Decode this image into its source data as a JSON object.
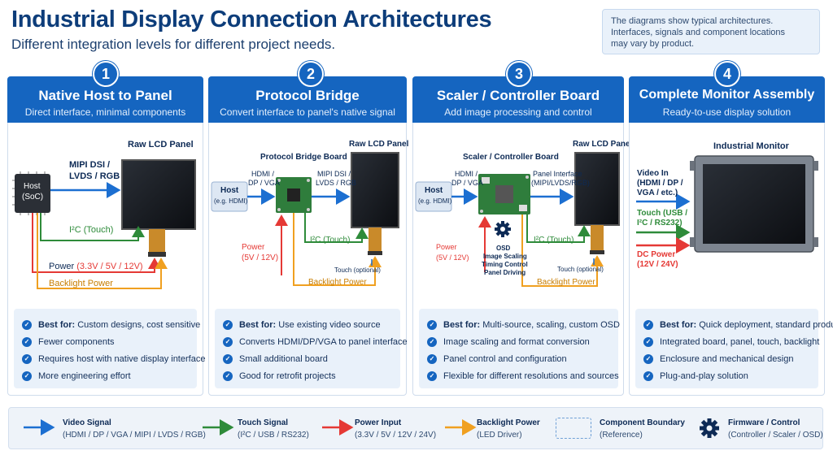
{
  "header": {
    "title": "Industrial Display Connection Architectures",
    "subtitle": "Different integration levels for different project needs.",
    "note": [
      "The diagrams show typical architectures.",
      "Interfaces, signals and component locations",
      "may vary by product."
    ]
  },
  "colors": {
    "video": "#1c6fd1",
    "touch": "#2e8b3a",
    "power": "#e53935",
    "backlight": "#f0a020",
    "accent": "#1565c0"
  },
  "panels": [
    {
      "num": "1",
      "title": "Native Host to Panel",
      "subtitle": "Direct interface, minimal components",
      "labels": {
        "panel": "Raw LCD Panel",
        "host": "Host",
        "host2": "(SoC)",
        "video": "MIPI DSI /",
        "video2": "LVDS / RGB",
        "touch": "I²C (Touch)",
        "power": "Power",
        "power_vals": "(3.3V / 5V / 12V)",
        "backlight": "Backlight Power"
      },
      "items": [
        {
          "bold": "Best for:",
          "text": "Custom designs, cost sensitive"
        },
        {
          "bold": "",
          "text": "Fewer components"
        },
        {
          "bold": "",
          "text": "Requires host with native display interface"
        },
        {
          "bold": "",
          "text": "More engineering effort"
        }
      ]
    },
    {
      "num": "2",
      "title": "Protocol Bridge",
      "subtitle": "Convert interface to panel's native signal",
      "labels": {
        "board": "Protocol Bridge Board",
        "panel": "Raw LCD Panel",
        "host": "Host",
        "host2": "(e.g. HDMI)",
        "video_in": "HDMI /",
        "video_in2": "DP / VGA",
        "video_out": "MIPI DSI /",
        "video_out2": "LVDS / RGB",
        "touch": "I²C (Touch)",
        "power": "Power",
        "power_vals": "(5V / 12V)",
        "touch_opt": "Touch (optional)",
        "backlight": "Backlight Power"
      },
      "items": [
        {
          "bold": "Best for:",
          "text": "Use existing video source"
        },
        {
          "bold": "",
          "text": "Converts HDMI/DP/VGA to panel interface"
        },
        {
          "bold": "",
          "text": "Small additional board"
        },
        {
          "bold": "",
          "text": "Good for retrofit projects"
        }
      ]
    },
    {
      "num": "3",
      "title": "Scaler / Controller Board",
      "subtitle": "Add image processing and control",
      "labels": {
        "board": "Scaler / Controller Board",
        "panel": "Raw LCD Panel",
        "host": "Host",
        "host2": "(e.g. HDMI)",
        "video_in": "HDMI /",
        "video_in2": "DP / VGA",
        "video_out": "Panel Interface",
        "video_out2": "(MIPI/LVDS/RGB)",
        "features": [
          "OSD",
          "Image Scaling",
          "Timing Control",
          "Panel Driving"
        ],
        "touch": "I²C (Touch)",
        "power": "Power",
        "power_vals": "(5V / 12V)",
        "touch_opt": "Touch (optional)",
        "backlight": "Backlight Power"
      },
      "items": [
        {
          "bold": "Best for:",
          "text": "Multi-source, scaling, custom OSD"
        },
        {
          "bold": "",
          "text": "Image scaling and format conversion"
        },
        {
          "bold": "",
          "text": "Panel control and configuration"
        },
        {
          "bold": "",
          "text": "Flexible for different resolutions and sources"
        }
      ]
    },
    {
      "num": "4",
      "title": "Complete Monitor Assembly",
      "subtitle": "Ready-to-use display solution",
      "labels": {
        "monitor": "Industrial Monitor",
        "video": "Video In",
        "video2": "(HDMI / DP /",
        "video3": "VGA / etc.)",
        "touch": "Touch (USB /",
        "touch2": "I²C / RS232)",
        "power": "DC Power",
        "power2": "(12V / 24V)"
      },
      "items": [
        {
          "bold": "Best for:",
          "text": "Quick deployment, standard product"
        },
        {
          "bold": "",
          "text": "Integrated board, panel, touch, backlight"
        },
        {
          "bold": "",
          "text": "Enclosure and mechanical design"
        },
        {
          "bold": "",
          "text": "Plug-and-play solution"
        }
      ]
    }
  ],
  "legend": [
    {
      "icon": "video-arrow",
      "title": "Video Signal",
      "detail": "(HDMI / DP / VGA / MIPI / LVDS / RGB)"
    },
    {
      "icon": "touch-arrow",
      "title": "Touch Signal",
      "detail": "(I²C / USB / RS232)"
    },
    {
      "icon": "power-arrow",
      "title": "Power Input",
      "detail": "(3.3V / 5V / 12V / 24V)"
    },
    {
      "icon": "backlight-arrow",
      "title": "Backlight Power",
      "detail": "(LED Driver)"
    },
    {
      "icon": "dashed-box",
      "title": "Component Boundary",
      "detail": "(Reference)"
    },
    {
      "icon": "gear-icon",
      "title": "Firmware / Control",
      "detail": "(Controller / Scaler / OSD)"
    }
  ]
}
